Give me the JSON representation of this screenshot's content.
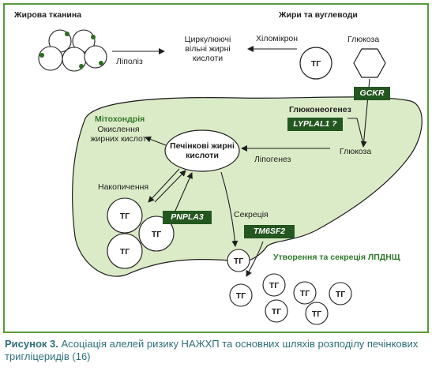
{
  "headings": {
    "adipose": "Жирова тканина",
    "fats_carbs": "Жири та вуглеводи",
    "mitochondria": "Мітохондрія",
    "gluconeogenesis": "Глюконеогенез",
    "vldl": "Утворення та секреція ЛПДНЩ"
  },
  "labels": {
    "lipolysis": "Ліполіз",
    "circulating_ffa_1": "Циркулюючі",
    "circulating_ffa_2": "вільні жирні",
    "circulating_ffa_3": "кислоти",
    "chylomicron": "Хіломікрон",
    "glucose_top": "Глюкоза",
    "glucose_liver": "Глюкоза",
    "oxidation_1": "Окислення",
    "oxidation_2": "жирних кислот",
    "liver_fa_1": "Печінкові жирні",
    "liver_fa_2": "кислоти",
    "lipogenesis": "Ліпогенез",
    "accumulation": "Накопичення",
    "secretion": "Секреція"
  },
  "genes": {
    "gckr": "GCKR",
    "lyplal1": "LYPLAL1 ?",
    "pnpla3": "PNPLA3",
    "tm6sf2": "TM6SF2"
  },
  "tg_label": "ТГ",
  "caption": {
    "lead": "Рисунок 3.",
    "text": " Асоціація алелей ризику НАЖХП та основних шляхів розподілу печінкових тригліцеридів (16)"
  },
  "colors": {
    "border": "#5a9a3a",
    "liver_fill": "#dcebc7",
    "gene_box": "#23571f",
    "heading_green": "#2f7a2a",
    "caption": "#2d6e7a"
  }
}
